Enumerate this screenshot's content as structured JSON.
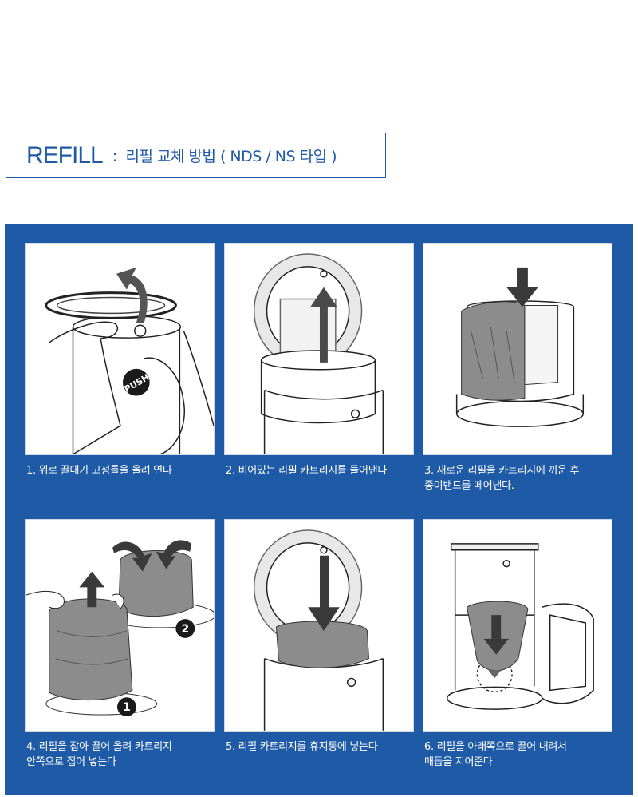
{
  "header": {
    "title": "REFILL",
    "separator": ":",
    "subtitle": "리필 교체 방법 ( NDS / NS 타입 )"
  },
  "steps": [
    {
      "caption": "1. 위로 끌대기 고정틀을 올려 연다",
      "icon": "lid-lift-illustration"
    },
    {
      "caption": "2. 비어있는 리필 카트리지를 들어낸다",
      "icon": "cartridge-remove-illustration"
    },
    {
      "caption": "3. 새로운 리필을 카트리지에 끼운 후\n종이밴드를 떼어낸다.",
      "icon": "refill-insert-illustration"
    },
    {
      "caption": "4. 리필을 잡아 끌어 올려 카트리지\n안쪽으로 집어 넣는다",
      "icon": "refill-pull-illustration"
    },
    {
      "caption": "5. 리필 카트리지를 휴지통에 넣는다",
      "icon": "cartridge-insert-illustration"
    },
    {
      "caption": "6. 리필을 아래쪽으로 끌어 내려서\n매듭을 지어준다",
      "icon": "knot-tie-illustration"
    }
  ],
  "badges": {
    "push": "PUSH",
    "one": "1",
    "two": "2"
  },
  "colors": {
    "brand_blue": "#1f5aa6",
    "arrow_gray": "#595959",
    "bag_gray": "#8c8c8c"
  }
}
